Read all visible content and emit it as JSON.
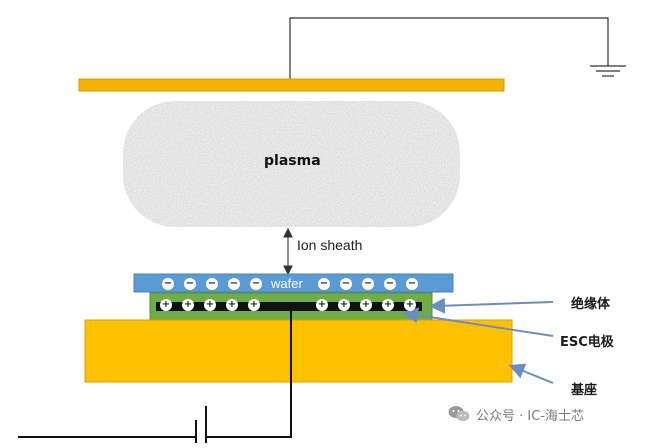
{
  "diagram": {
    "plasma_label": "plasma",
    "sheath_label": "Ion sheath",
    "wafer_label": "wafer",
    "labels": {
      "insulator": "绝缘体",
      "esc_electrode": "ESC电极",
      "base": "基座"
    },
    "negative_charge_symbol": "−",
    "positive_charge_symbol": "+",
    "negative_charge_count": 10,
    "positive_charge_count": 10,
    "colors": {
      "electrode_plate": "#f5b301",
      "wafer": "#5b9bd5",
      "insulator": "#70ad47",
      "esc_electrode": "#111111",
      "base": "#ffc000",
      "callout": "#6c8ebf",
      "plasma": "#d9d9d9"
    }
  },
  "watermark": {
    "text": "公众号 · IC-海士芯",
    "icon": "wechat-icon"
  }
}
